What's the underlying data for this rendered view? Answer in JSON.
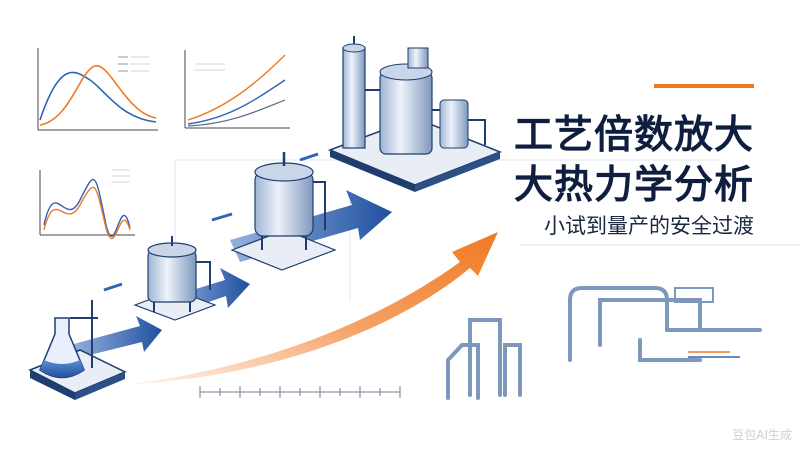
{
  "title": {
    "line1": "工艺倍数放大",
    "line2": "大热力学分析",
    "subtitle": "小试到量产的安全过渡"
  },
  "watermark": "豆包AI生成",
  "colors": {
    "title": "#0f1e3e",
    "accent": "#f07a22",
    "arrow_blue": "#1f4f9e",
    "arrow_orange": "#f07a22"
  },
  "icons": [
    "flask-icon",
    "small-reactor-icon",
    "medium-reactor-icon",
    "industrial-plant-icon"
  ]
}
